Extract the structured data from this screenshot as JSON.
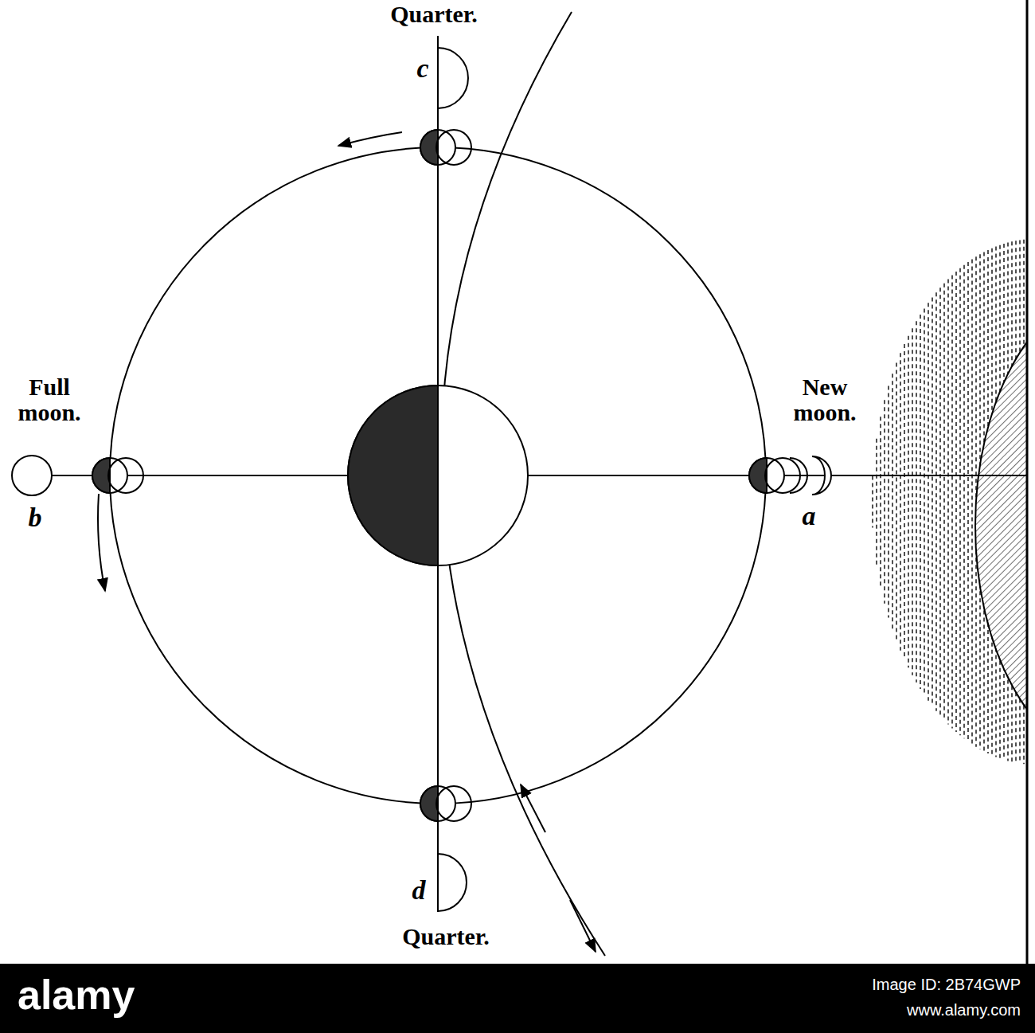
{
  "diagram": {
    "labels": [
      "Quarter.",
      "c",
      "Full moon.",
      "b",
      "New moon.",
      "a",
      "d",
      "Quarter.",
      "alamy",
      "Image ID: 2B74GWP",
      "www.alamy.com"
    ]
  }
}
